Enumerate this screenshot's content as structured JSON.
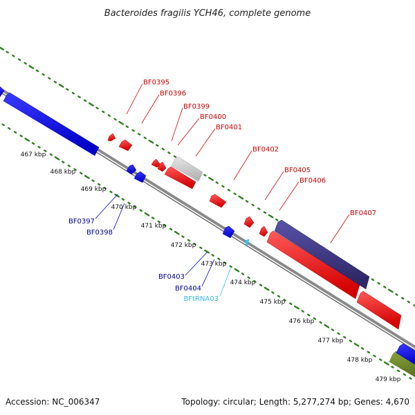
{
  "title": "Bacteroides fragilis YCH46, complete genome",
  "footer": {
    "accession": "Accession: NC_006347",
    "summary": "Topology: circular; Length: 5,277,274 bp; Genes: 4,670"
  },
  "colors": {
    "backbone": "#8a8a8a",
    "ticks": "#2e7d1f",
    "forward_gene": "#ff0000",
    "reverse_gene": "#0000ff",
    "trna": "#33ccff",
    "dark_feature": "#3d3580",
    "grey_feature": "#cccccc",
    "green_feature": "#6f8a2a",
    "label_red": "#cc0000",
    "label_blue": "#000099",
    "label_cyan": "#33bbee"
  },
  "scale_labels": [
    "467 kbp",
    "468 kbp",
    "469 kbp",
    "470 kbp",
    "471 kbp",
    "472 kbp",
    "473 kbp",
    "474 kbp",
    "475 kbp",
    "476 kbp",
    "477 kbp",
    "478 kbp",
    "479 kbp"
  ],
  "gene_labels": [
    {
      "text": "BF0395",
      "strand": "forward"
    },
    {
      "text": "BF0396",
      "strand": "forward"
    },
    {
      "text": "BF0399",
      "strand": "forward"
    },
    {
      "text": "BF0400",
      "strand": "forward"
    },
    {
      "text": "BF0401",
      "strand": "forward"
    },
    {
      "text": "BF0402",
      "strand": "forward"
    },
    {
      "text": "BF0405",
      "strand": "forward"
    },
    {
      "text": "BF0406",
      "strand": "forward"
    },
    {
      "text": "BF0407",
      "strand": "forward"
    },
    {
      "text": "BF0397",
      "strand": "reverse"
    },
    {
      "text": "BF0398",
      "strand": "reverse"
    },
    {
      "text": "BF0403",
      "strand": "reverse"
    },
    {
      "text": "BF0404",
      "strand": "reverse"
    },
    {
      "text": "BFtRNA03",
      "strand": "trna"
    }
  ]
}
